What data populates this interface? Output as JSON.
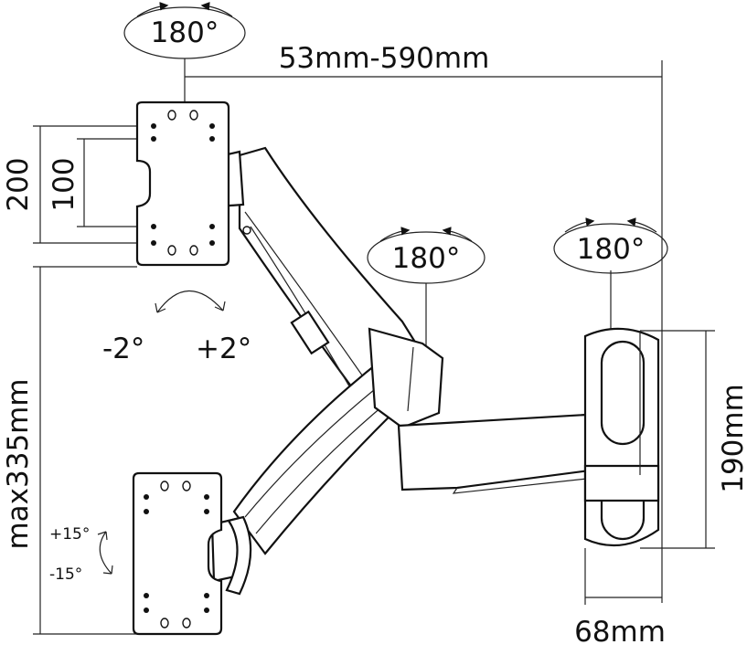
{
  "labels": {
    "rotation_top": "180°",
    "rotation_middle": "180°",
    "rotation_right": "180°",
    "extension": "53mm-590mm",
    "vesa_200": "200",
    "vesa_100": "100",
    "tilt_minus": "-2°",
    "tilt_plus": "+2°",
    "max_height": "max335mm",
    "swivel_plus": "+15°",
    "swivel_minus": "-15°",
    "wall_plate_height": "190mm",
    "wall_plate_depth": "68mm"
  }
}
